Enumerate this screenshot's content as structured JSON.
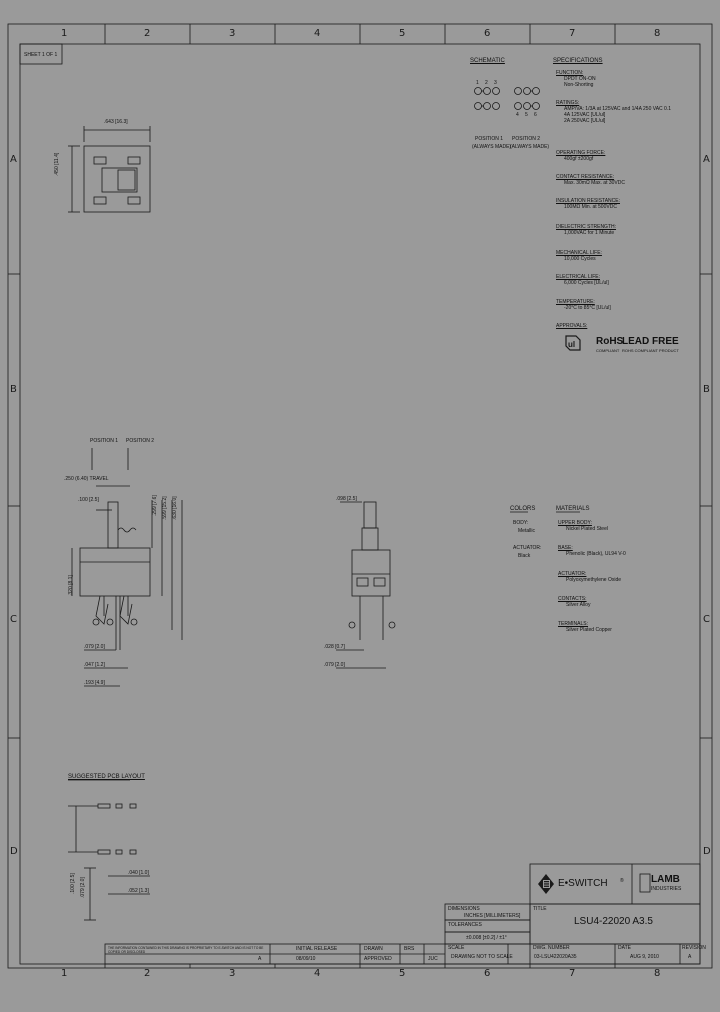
{
  "zones": {
    "top": [
      "1",
      "2",
      "3",
      "4",
      "5",
      "6",
      "7",
      "8"
    ],
    "bottom": [
      "1",
      "2",
      "3",
      "4",
      "5",
      "6",
      "7",
      "8"
    ],
    "left": [
      "A",
      "B",
      "C",
      "D"
    ],
    "right": [
      "A",
      "B",
      "C",
      "D"
    ]
  },
  "sheet": "SHEET 1 OF 1",
  "top_view": {
    "width_dim": ".643 [16.3]",
    "height_dim": ".450 [11.4]"
  },
  "schematic": {
    "title": "SCHEMATIC",
    "pos1_label": "POSITION 1",
    "pos1_sub": "(ALWAYS MADE)",
    "pos2_label": "POSITION 2",
    "pos2_sub": "(ALWAYS MADE)",
    "pins": [
      "1",
      "2",
      "3",
      "4",
      "5",
      "6"
    ]
  },
  "specifications": {
    "title": "SPECIFICATIONS",
    "sections": [
      {
        "head": "FUNCTION:",
        "lines": [
          "DPDT ON-ON",
          "Non-Shorting"
        ]
      },
      {
        "head": "RATINGS:",
        "lines": [
          "AMP/VA: 1/3A at 125VAC and 1/4A 250 VAC 0.1",
          "4A 125VAC [UL/ul]",
          "2A 250VAC [UL/ul]"
        ]
      },
      {
        "head": "OPERATING FORCE:",
        "lines": [
          "400gf ±200gf"
        ]
      },
      {
        "head": "CONTACT RESISTANCE:",
        "lines": [
          "Max. 30mΩ Max. at 30VDC"
        ]
      },
      {
        "head": "INSULATION RESISTANCE:",
        "lines": [
          "100MΩ Min. at 500VDC"
        ]
      },
      {
        "head": "DIELECTRIC STRENGTH:",
        "lines": [
          "1,000VAC for 1 Minute"
        ]
      },
      {
        "head": "MECHANICAL LIFE:",
        "lines": [
          "10,000 Cycles"
        ]
      },
      {
        "head": "ELECTRICAL LIFE:",
        "lines": [
          "6,000 Cycles [UL/ul]"
        ]
      },
      {
        "head": "TEMPERATURE:",
        "lines": [
          "-20°C to 85°C [UL/ul]"
        ]
      },
      {
        "head": "APPROVALS:",
        "lines": []
      }
    ],
    "rohs": "RoHS",
    "lead_free": "LEAD FREE",
    "rohs_sub": "COMPLIANT",
    "lead_free_sub": "ROHS COMPLIANT PRODUCT"
  },
  "side_view": {
    "position_1": "POSITION 1",
    "position_2": "POSITION 2",
    "dims": [
      ".250 (6.40) TRAVEL",
      ".100 [2.5]",
      ".299 [7.6]",
      ".599 [15.2]",
      ".630 [16.0]",
      ".320 [8.1]",
      ".079 [2.0]",
      ".047 [1.2]",
      ".193 [4.9]"
    ]
  },
  "front_view": {
    "dims": [
      ".098 [2.5]",
      ".028 [0.7]",
      ".079 [2.0]"
    ]
  },
  "colors": {
    "title": "COLORS",
    "items": [
      {
        "label": "BODY:",
        "value": "Metallic"
      },
      {
        "label": "ACTUATOR:",
        "value": "Black"
      }
    ]
  },
  "materials": {
    "title": "MATERIALS",
    "items": [
      {
        "head": "UPPER BODY:",
        "value": "Nickel Plated Steel"
      },
      {
        "head": "BASE:",
        "value": "Phenolic (Black), UL94 V-0"
      },
      {
        "head": "ACTUATOR:",
        "value": "Polyoxymethylene Oxide"
      },
      {
        "head": "CONTACTS:",
        "value": "Silver Alloy"
      },
      {
        "head": "TERMINALS:",
        "value": "Silver Plated Copper"
      }
    ]
  },
  "pcb": {
    "title": "SUGGESTED PCB LAYOUT",
    "dims": [
      ".100 [2.5]",
      ".079 [2.0]",
      ".040 [1.0]",
      ".052 [1.3]"
    ]
  },
  "title_block": {
    "brand": "E•SWITCH",
    "brand_mark": "®",
    "lamb": "LAMB",
    "lamb_sub": "INDUSTRIES",
    "units_title": "DIMENSIONS",
    "units": "INCHES [MILLIMETERS]",
    "tol_title": "TOLERANCES",
    "tol": "±0.008 [±0.2] / ±1°",
    "part_title": "TITLE",
    "part": "LSU4-22020 A3.5",
    "scale_title": "SCALE",
    "scale": "DRAWING NOT TO SCALE",
    "dwg_title": "DWG. NUMBER",
    "dwg": "03-LSU422020A35",
    "date_title": "DATE",
    "date": "AUG 9, 2010",
    "rev_title": "REVISION",
    "rev": "A",
    "confidential": "THE INFORMATION CONTAINED IN THIS DRAWING IS PROPRIETARY TO E-SWITCH AND IS NOT TO BE COPIED OR DISCLOSED",
    "drawn_label": "DRAWN",
    "drawn": "BRS",
    "approved_label": "APPROVED",
    "approved": "JUC",
    "rev_table_a": "A",
    "rev_table_desc": "INITIAL RELEASE",
    "rev_table_date": "08/09/10"
  }
}
